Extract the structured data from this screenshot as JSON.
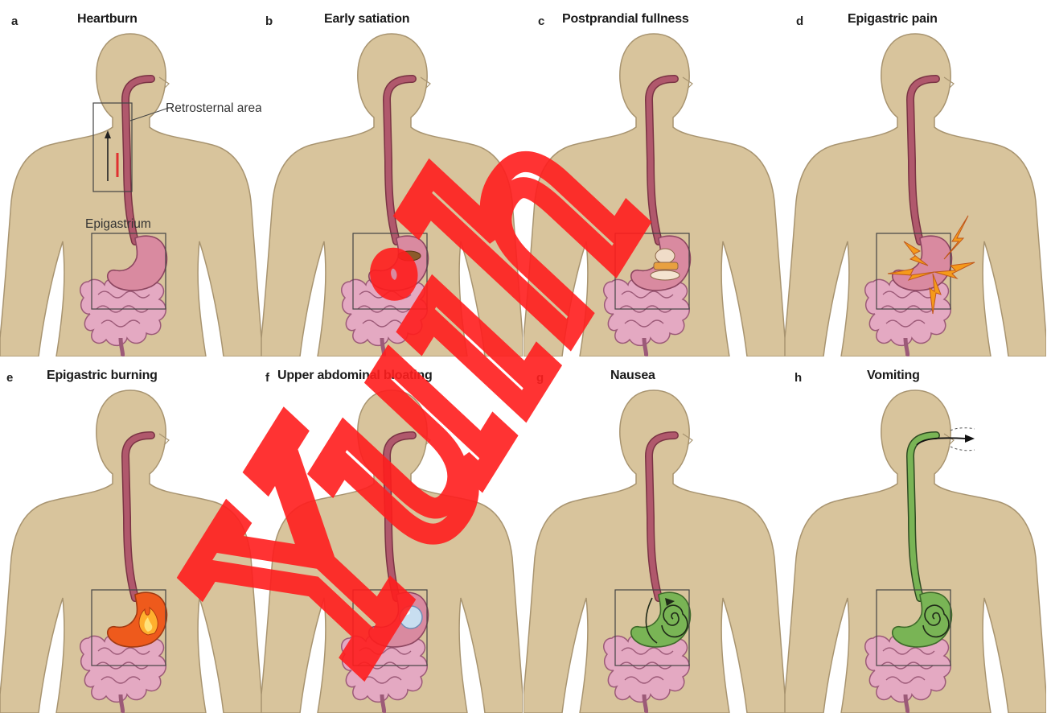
{
  "panels": [
    {
      "letter": "a",
      "title": "Heartburn"
    },
    {
      "letter": "b",
      "title": "Early satiation"
    },
    {
      "letter": "c",
      "title": "Postprandial fullness"
    },
    {
      "letter": "d",
      "title": "Epigastric pain"
    },
    {
      "letter": "e",
      "title": "Epigastric burning"
    },
    {
      "letter": "f",
      "title": "Upper abdominal bloating"
    },
    {
      "letter": "g",
      "title": "Nausea"
    },
    {
      "letter": "h",
      "title": "Vomiting"
    }
  ],
  "annotations": {
    "retrosternal": "Retrosternal area",
    "epigastrium": "Epigastrium"
  },
  "watermark": {
    "text": "Yuih",
    "color": "#ff1e1e"
  },
  "colors": {
    "skin": "#d8c49c",
    "skin_outline": "#a89470",
    "esophagus": "#b0586c",
    "stomach": "#d98aa0",
    "intestine": "#e4a9c2",
    "burning": "#ee5a1c",
    "nausea": "#79b455",
    "pain_bolt": "#f59a1a",
    "bloat_bubble": "#c8def0"
  }
}
